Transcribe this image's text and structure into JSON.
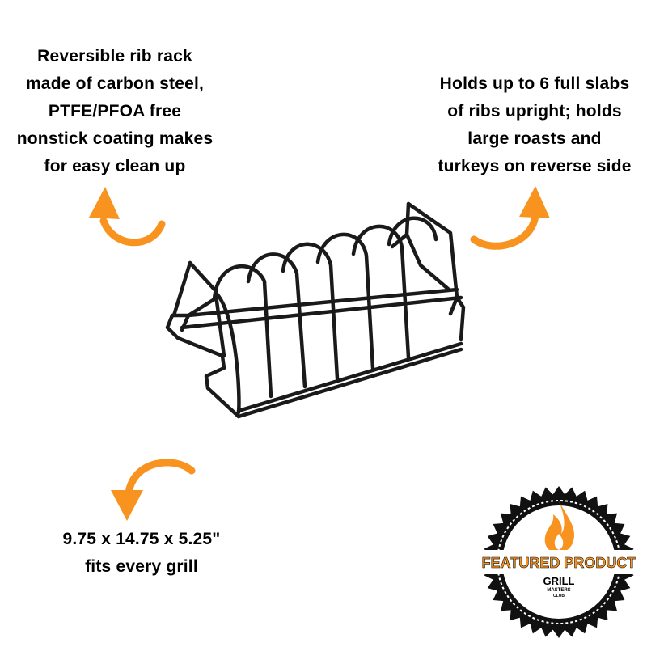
{
  "accent_color": "#F7931E",
  "callouts": {
    "left": {
      "lines": [
        "Reversible rib rack",
        "made of carbon steel,",
        "PTFE/PFOA free",
        "nonstick coating makes",
        "for easy clean up"
      ]
    },
    "right": {
      "lines": [
        "Holds up to 6 full slabs",
        "of ribs upright; holds",
        "large roasts and",
        "turkeys on reverse side"
      ]
    },
    "bottom": {
      "lines": [
        "9.75 x 14.75 x 5.25\"",
        "fits every grill"
      ]
    }
  },
  "product_image": {
    "icon": "rib-rack-illustration"
  },
  "badge": {
    "icon": "flame-icon",
    "label": "FEATURED PRODUCT",
    "brand": "GRILL",
    "brand_sub": "MASTERS",
    "brand_tag": "CLUB"
  }
}
